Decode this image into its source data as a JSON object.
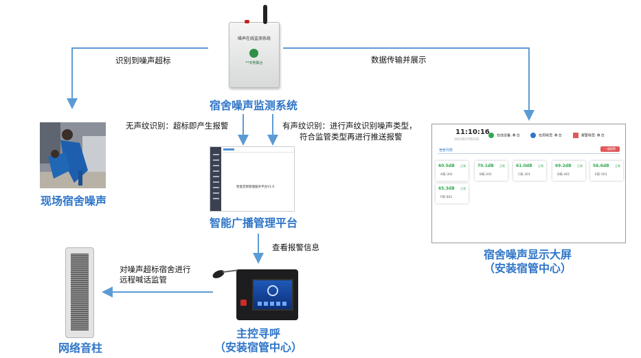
{
  "nodes": {
    "monitor": {
      "label": "宿舍噪声监测系统",
      "device_title": "噪声在线监测系统",
      "device_brand": "**天地联合"
    },
    "scene": {
      "label": "现场宿舍噪声"
    },
    "platform": {
      "label": "智能广播管理平台",
      "screen_text": "智能音频管理服务平台V1.0"
    },
    "display": {
      "label_line1": "宿舍噪声显示大屏",
      "label_line2": "（安装宿管中心）"
    },
    "console": {
      "label_line1": "主控寻呼",
      "label_line2": "（安装宿管中心）"
    },
    "speaker": {
      "label": "网络音柱"
    }
  },
  "edges": {
    "to_scene": "识别到噪声超标",
    "to_display": "数据传输并展示",
    "no_voiceprint": "无声纹识别：超标即产生报警",
    "voiceprint_line1": "有声纹识别：进行声纹识别噪声类型，",
    "voiceprint_line2": "符合监管类型再进行推送报警",
    "to_console": "查看报警信息",
    "to_speaker_line1": "对噪声超标宿舍进行",
    "to_speaker_line2": "远程喊话监管"
  },
  "dashboard": {
    "time": "11:10:16",
    "date": "2023年07月25日",
    "stats": [
      {
        "label": "在线设备:",
        "value": "0",
        "unit": "台",
        "color": "#2fa84f"
      },
      {
        "label": "在用噪音:",
        "value": "0",
        "unit": "台",
        "color": "#2e75c8"
      },
      {
        "label": "报警噪音:",
        "value": "0",
        "unit": "台",
        "color": "#e0585a"
      }
    ],
    "tab": "宿舍列表",
    "button": "一键报警",
    "cards": [
      {
        "db": "60.5dB",
        "status": "正常",
        "room": "A栋-301"
      },
      {
        "db": "70.1dB",
        "status": "正常",
        "room": "B栋-201"
      },
      {
        "db": "61.0dB",
        "status": "正常",
        "room": "C栋-301"
      },
      {
        "db": "69.2dB",
        "status": "正常",
        "room": "D栋-401"
      },
      {
        "db": "56.6dB",
        "status": "正常",
        "room": "E栋-501"
      },
      {
        "db": "65.3dB",
        "status": "正常",
        "room": "F栋-601"
      }
    ]
  },
  "colors": {
    "arrow": "#5b9bd5",
    "label_blue": "#2e75c8"
  }
}
